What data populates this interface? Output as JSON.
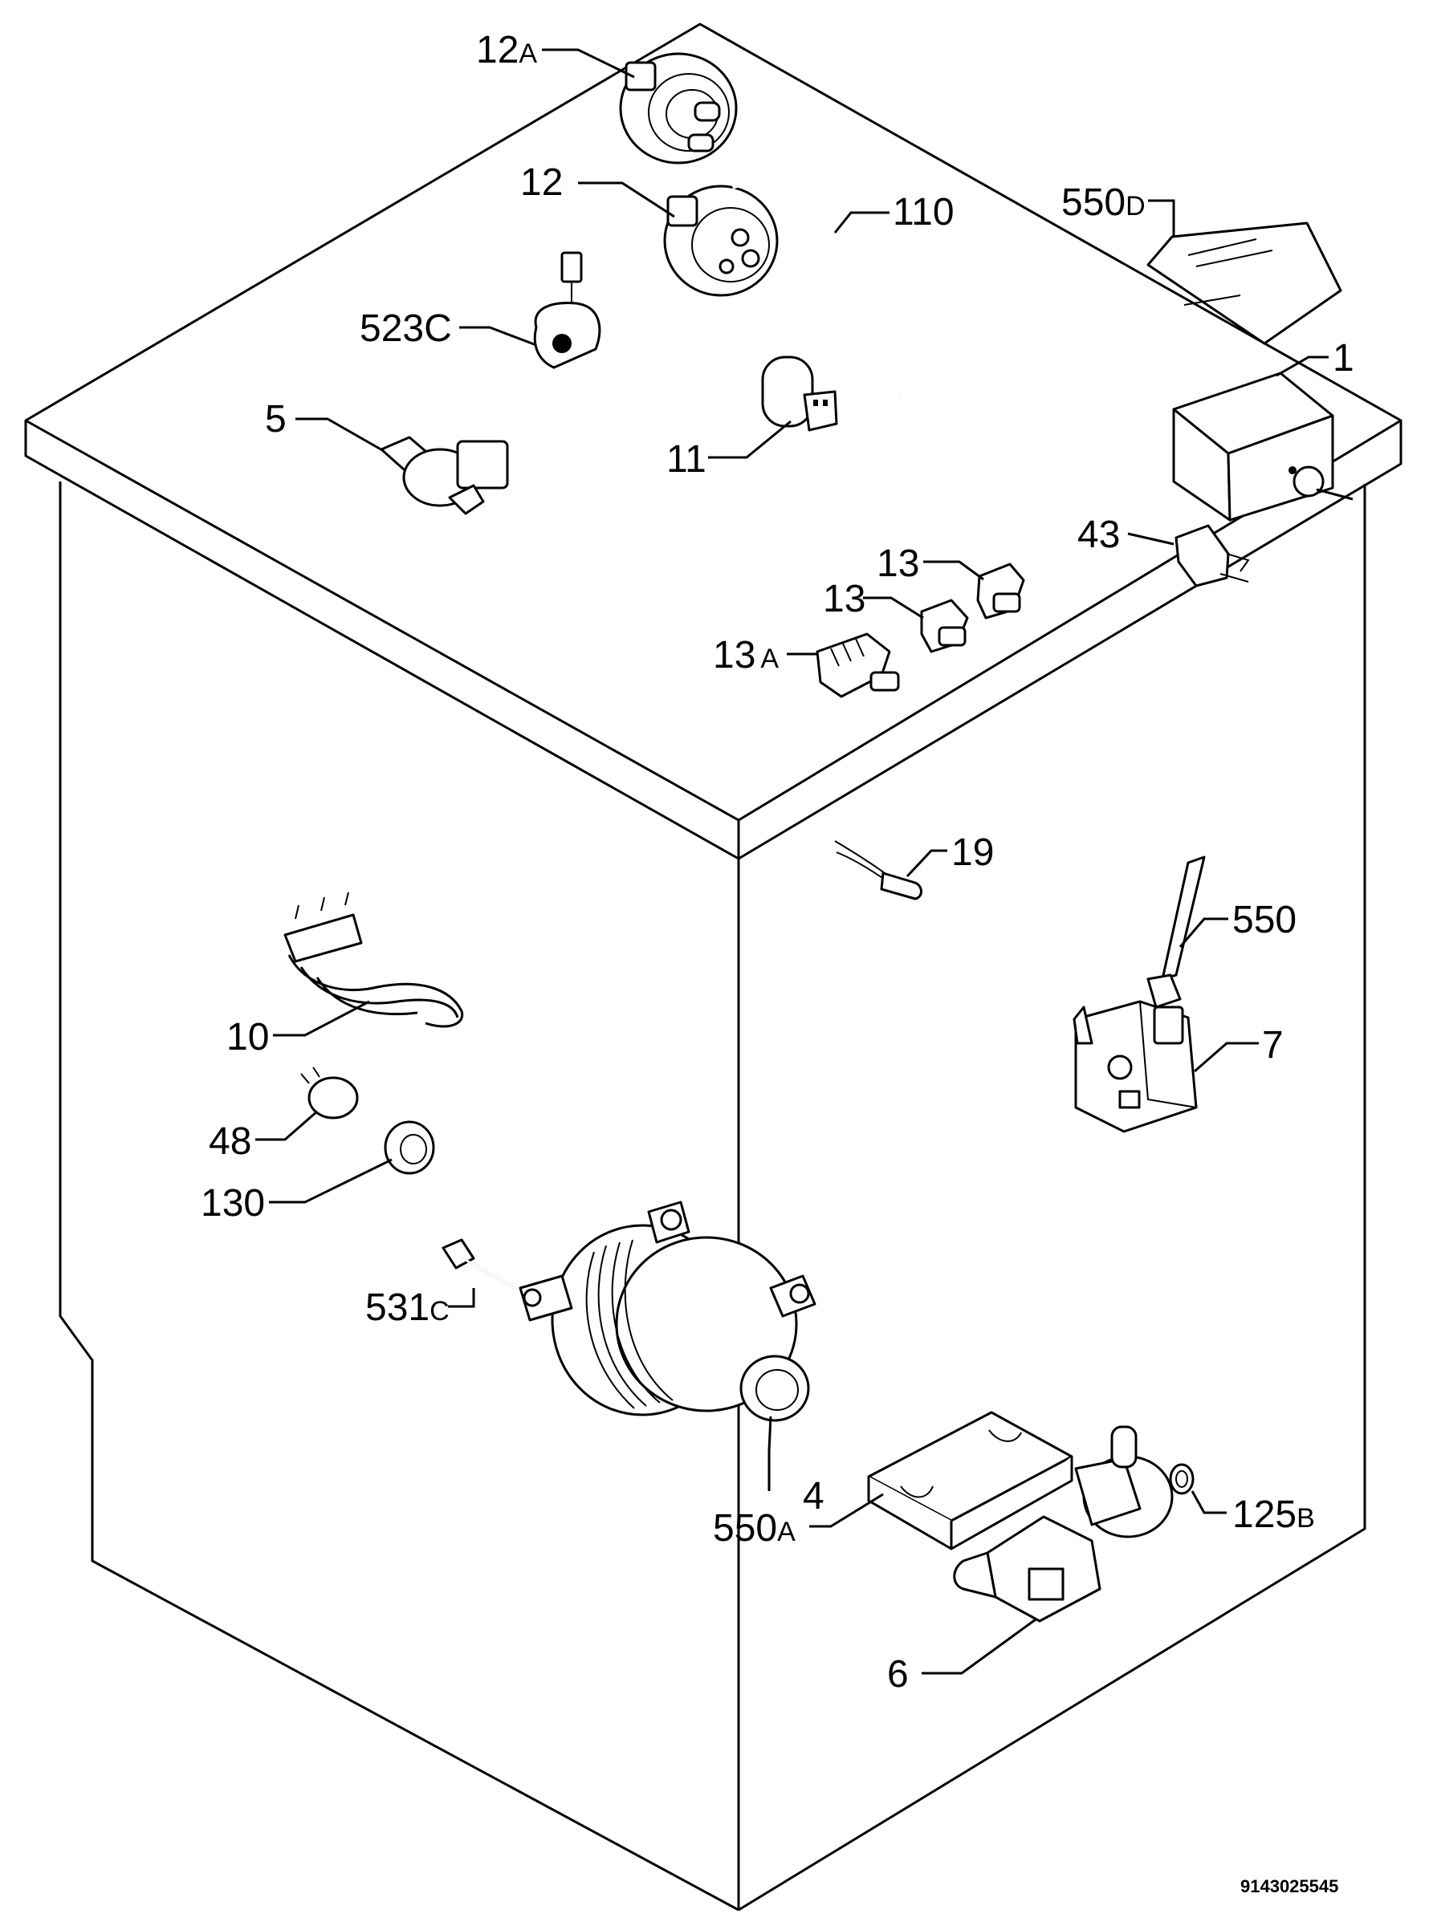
{
  "labels": {
    "p12a": "12",
    "p12a_suffix": "A",
    "p12": "12",
    "p110": "110",
    "p550d": "550",
    "p550d_suffix": "D",
    "p523c": "523C",
    "p5": "5",
    "p11": "11",
    "p1": "1",
    "p43": "43",
    "p13_upper": "13",
    "p13_lower": "13",
    "p13a": "13",
    "p13a_suffix": "A",
    "p19": "19",
    "p550": "550",
    "p10": "10",
    "p7": "7",
    "p48": "48",
    "p130": "130",
    "p531c": "531",
    "p531c_suffix": "C",
    "p4": "4",
    "p125b": "125",
    "p125b_suffix": "B",
    "p550a": "550",
    "p550a_suffix": "A",
    "p6": "6"
  },
  "document_number": "9143025545"
}
